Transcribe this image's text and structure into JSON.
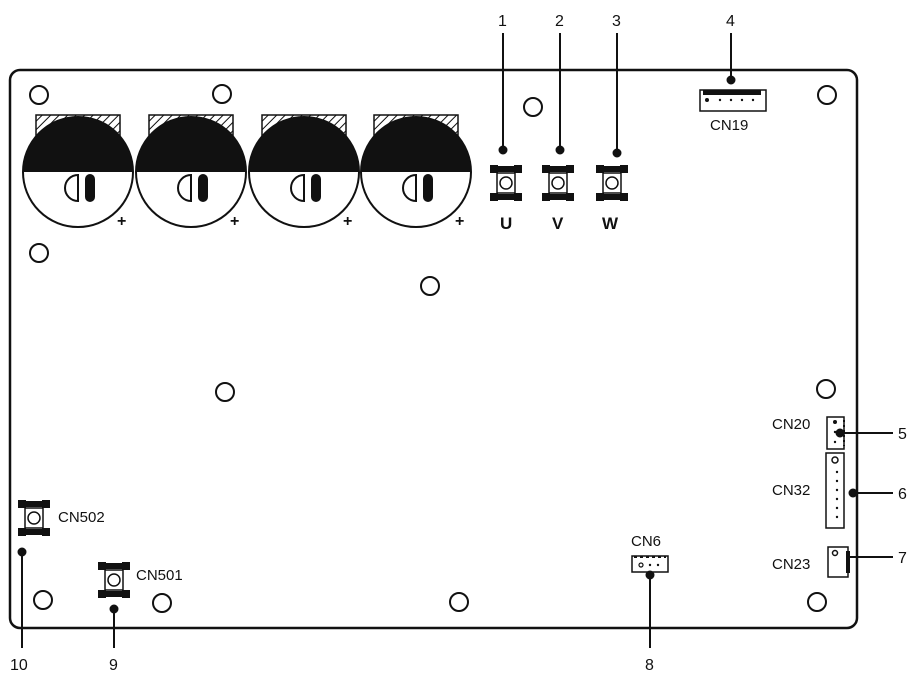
{
  "connectors": {
    "cn19": "CN19",
    "cn20": "CN20",
    "cn32": "CN32",
    "cn23": "CN23",
    "cn6": "CN6",
    "cn501": "CN501",
    "cn502": "CN502"
  },
  "phases": {
    "u": "U",
    "v": "V",
    "w": "W"
  },
  "callouts": [
    "1",
    "2",
    "3",
    "4",
    "5",
    "6",
    "7",
    "8",
    "9",
    "10"
  ],
  "capacitor_polarity": "+",
  "colors": {
    "line": "#111111",
    "board": "#ffffff"
  }
}
